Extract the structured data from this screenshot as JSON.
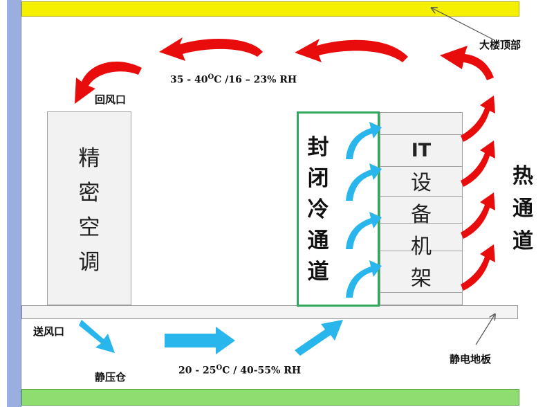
{
  "labels": {
    "roof": "大楼顶部",
    "return_vent": "回风口",
    "supply_vent": "送风口",
    "plenum": "静压仓",
    "raised_floor": "静电地板",
    "hot_air_temp": "35 - 40",
    "hot_air_temp_sup": "O",
    "hot_air_tail": "C /16 – 23% RH",
    "cold_air_temp": "20 - 25",
    "cold_air_temp_sup": "O",
    "cold_air_tail": "C / 40-55% RH"
  },
  "crac_chars": [
    "精",
    "密",
    "空",
    "调"
  ],
  "cold_aisle_chars": [
    "封",
    "闭",
    "冷",
    "通",
    "道"
  ],
  "rack_top": "IT",
  "rack_chars": [
    "设",
    "备",
    "机",
    "架"
  ],
  "hot_aisle_chars": [
    "热",
    "通",
    "道"
  ],
  "colors": {
    "hot_arrow": "#e80c0c",
    "cold_arrow": "#29b6ec",
    "aisle_border": "#2ea85a",
    "roof": "#f4f000",
    "ground": "#8fdc70",
    "wall": "#9aaee0"
  }
}
